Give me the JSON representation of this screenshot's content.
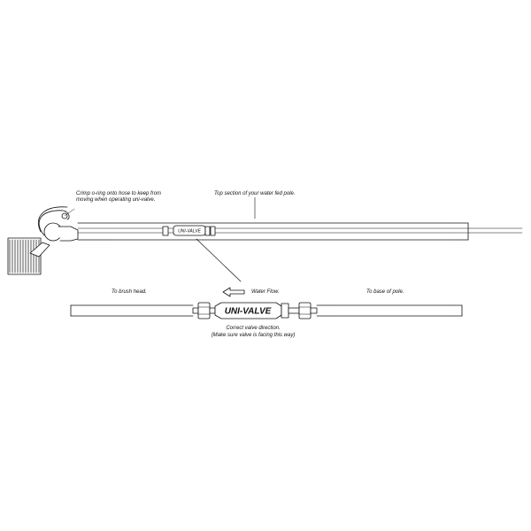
{
  "labels": {
    "crimp_line1": "Crimp o-ring onto hose to keep from",
    "crimp_line2": "moving when operating uni-valve.",
    "top_section": "Top section of your water fed pole.",
    "to_brush_head": "To brush head.",
    "water_flow": "Water Flow.",
    "to_base_of_pole": "To base of pole.",
    "correct_direction": "Correct valve direction.",
    "make_sure": "(Make sure valve is facing this way)"
  },
  "valve": {
    "small_text": "UNI-VALVE",
    "large_text": "UNI-VALVE"
  },
  "colors": {
    "line": "#111111",
    "background": "#ffffff"
  }
}
